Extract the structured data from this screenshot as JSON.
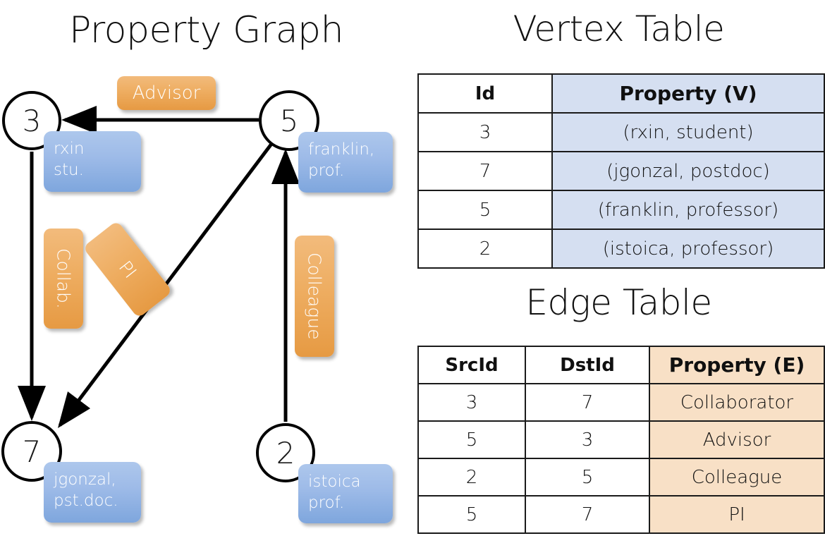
{
  "panels": {
    "graph_title": "Property Graph",
    "vertex_title": "Vertex Table",
    "edge_title": "Edge Table"
  },
  "graph": {
    "vertices": [
      {
        "id": "3",
        "property": "rxin\nstu."
      },
      {
        "id": "5",
        "property": "franklin,\nprof."
      },
      {
        "id": "7",
        "property": "jgonzal,\npst.doc."
      },
      {
        "id": "2",
        "property": "istoica\nprof."
      }
    ],
    "vertex_labels": {
      "v3": "3",
      "v5": "5",
      "v7": "7",
      "v2": "2"
    },
    "property_boxes": {
      "rxin_line1": "rxin",
      "rxin_line2": "stu.",
      "franklin_line1": "franklin,",
      "franklin_line2": "prof.",
      "jgonzal_line1": "jgonzal,",
      "jgonzal_line2": "pst.doc.",
      "istoica_line1": "istoica",
      "istoica_line2": "prof."
    },
    "edge_labels": {
      "advisor": "Advisor",
      "collab": "Collab.",
      "pi": "PI",
      "colleague": "Colleague"
    }
  },
  "vertex_table": {
    "columns": [
      "Id",
      "Property (V)"
    ],
    "rows": [
      {
        "id": "3",
        "property": "(rxin, student)"
      },
      {
        "id": "7",
        "property": "(jgonzal, postdoc)"
      },
      {
        "id": "5",
        "property": "(franklin, professor)"
      },
      {
        "id": "2",
        "property": "(istoica, professor)"
      }
    ]
  },
  "edge_table": {
    "columns": [
      "SrcId",
      "DstId",
      "Property (E)"
    ],
    "rows": [
      {
        "src": "3",
        "dst": "7",
        "property": "Collaborator"
      },
      {
        "src": "5",
        "dst": "3",
        "property": "Advisor"
      },
      {
        "src": "2",
        "dst": "5",
        "property": "Colleague"
      },
      {
        "src": "5",
        "dst": "7",
        "property": "PI"
      }
    ]
  },
  "colors": {
    "vertex_property_blue": "#9ebbe8",
    "edge_label_orange": "#eead61",
    "vertex_table_header_blue": "#d5dff1",
    "edge_table_header_peach": "#f8e0c6",
    "stroke": "#000000",
    "background": "#ffffff"
  }
}
